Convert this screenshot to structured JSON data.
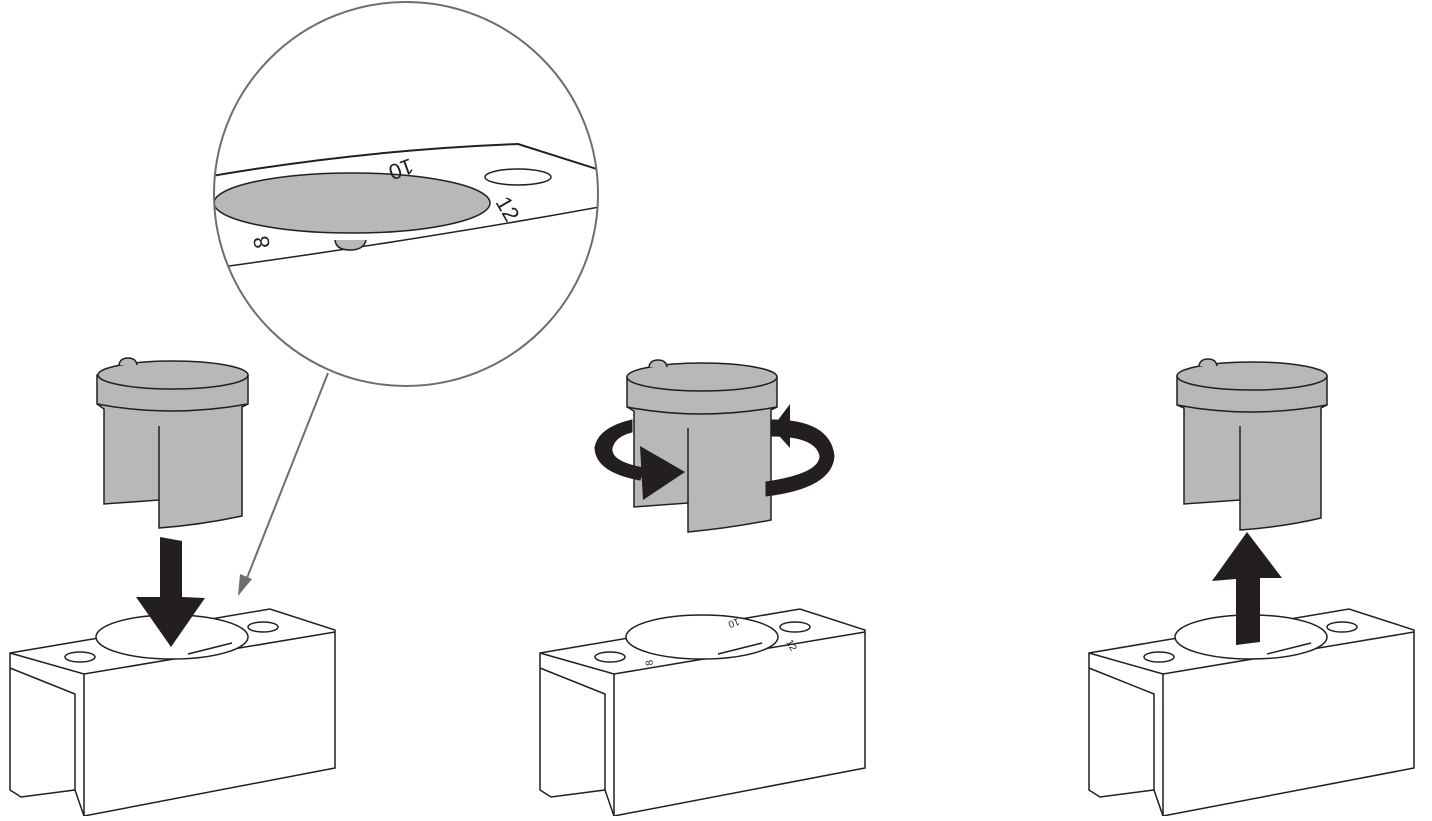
{
  "colors": {
    "outline": "#231f20",
    "part_fill": "#b6b8ba",
    "base_fill": "#ffffff",
    "arrow_fill": "#231f20",
    "leader_line": "#6d6e71"
  },
  "zoom_detail": {
    "dial_labels": {
      "left": "8",
      "middle": "10",
      "right": "12"
    }
  },
  "step2_base": {
    "dial_labels": {
      "left": "8",
      "middle": "10",
      "right": "12"
    }
  },
  "icons": {
    "step1_arrow": "arrow-down-icon",
    "step2_rotation": "rotate-arrows-icon",
    "step3_arrow": "arrow-up-icon"
  }
}
